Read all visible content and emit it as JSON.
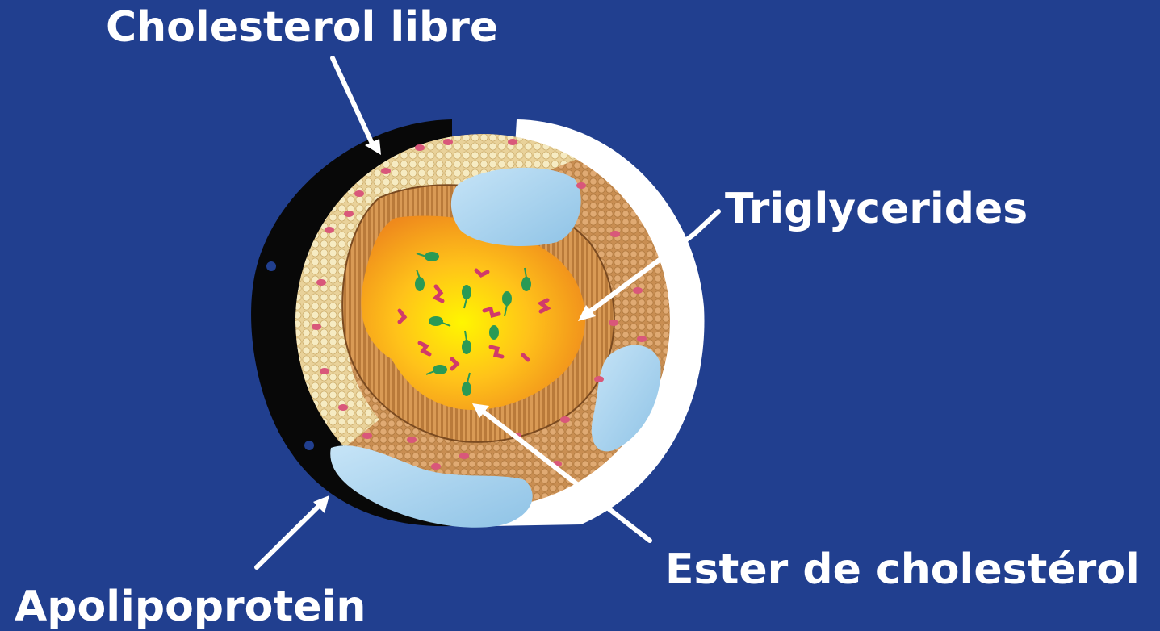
{
  "labels": {
    "free_cholesterol": "Cholesterol libre",
    "triglycerides": "Triglycerides",
    "cholesterol_ester": "Ester de cholestérol",
    "apolipoprotein": "Apolipoprotein"
  },
  "colors": {
    "background": "#213f8f",
    "label_text": "#ffffff",
    "arrow": "#ffffff",
    "shell_outer": "#f2e6b0",
    "shell_inner": "#d9a36a",
    "apolipoprotein": "#a9d2ee",
    "core_center": "#fff200",
    "core_edge": "#f0921e",
    "free_cholesterol_marks": "#d9577a",
    "triglyceride_marks": "#2a9a55",
    "shadow": "#080808",
    "highlight": "#ffffff"
  }
}
